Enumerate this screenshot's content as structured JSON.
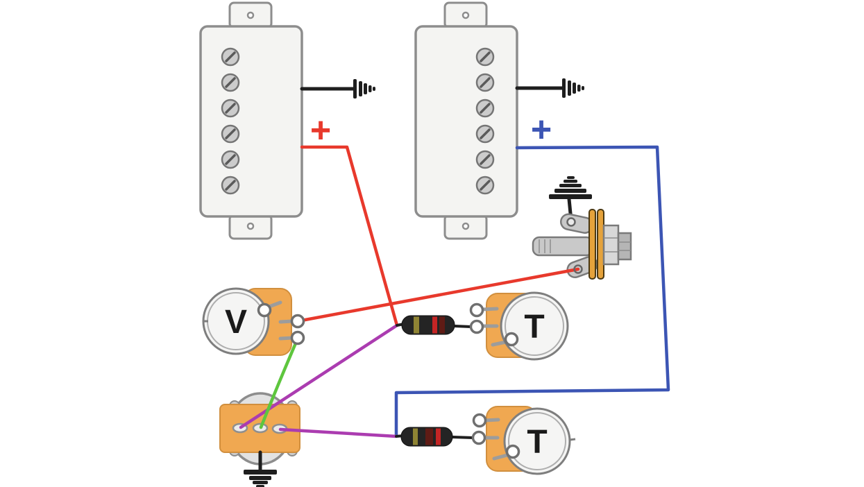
{
  "labels": {
    "volume_pot": "V",
    "tone_pot_1": "T",
    "tone_pot_2": "T",
    "neck_pickup_polarity": "+",
    "bridge_pickup_polarity": "+"
  },
  "colors": {
    "hot_red": "#e8392c",
    "hot_blue": "#3c55b4",
    "wire_purple": "#ab3cb0",
    "wire_green": "#5ec63e",
    "wire_black": "#1e1e1e",
    "pot_orange": "#f0a851",
    "pickup_cream": "#f4f4f2",
    "metal_gray": "#c9c9c9"
  },
  "components": {
    "neck_pickup": "humbucker pickup",
    "bridge_pickup": "humbucker pickup",
    "volume_pot": "volume potentiometer",
    "tone_pot_1": "tone potentiometer",
    "tone_pot_2": "tone potentiometer",
    "capacitor_1": "tone capacitor",
    "capacitor_2": "tone capacitor",
    "selector_switch": "pickup selector switch",
    "output_jack": "mono output jack",
    "ground_symbols": "chassis ground"
  }
}
